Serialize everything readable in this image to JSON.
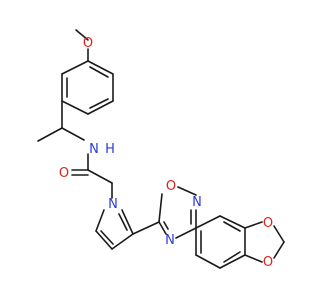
{
  "molecule": {
    "atoms": [
      {
        "id": "O_methoxy",
        "label": "O",
        "element": "O"
      },
      {
        "id": "N_amide",
        "label": "N",
        "element": "N"
      },
      {
        "id": "H_amide",
        "label": "H",
        "element": "N"
      },
      {
        "id": "O_carbonyl",
        "label": "O",
        "element": "O"
      },
      {
        "id": "N_pyrrole",
        "label": "N",
        "element": "N"
      },
      {
        "id": "O_oxadiazole",
        "label": "O",
        "element": "O"
      },
      {
        "id": "N_oxadiazole_2",
        "label": "N",
        "element": "N"
      },
      {
        "id": "N_oxadiazole_4",
        "label": "N",
        "element": "N"
      },
      {
        "id": "O_dioxole_1",
        "label": "O",
        "element": "O"
      },
      {
        "id": "O_dioxole_2",
        "label": "O",
        "element": "O"
      }
    ],
    "colors": {
      "oxygen": "#e0201b",
      "nitrogen": "#2a3bd8",
      "bond": "#1a1a1a",
      "background": "#ffffff"
    }
  }
}
